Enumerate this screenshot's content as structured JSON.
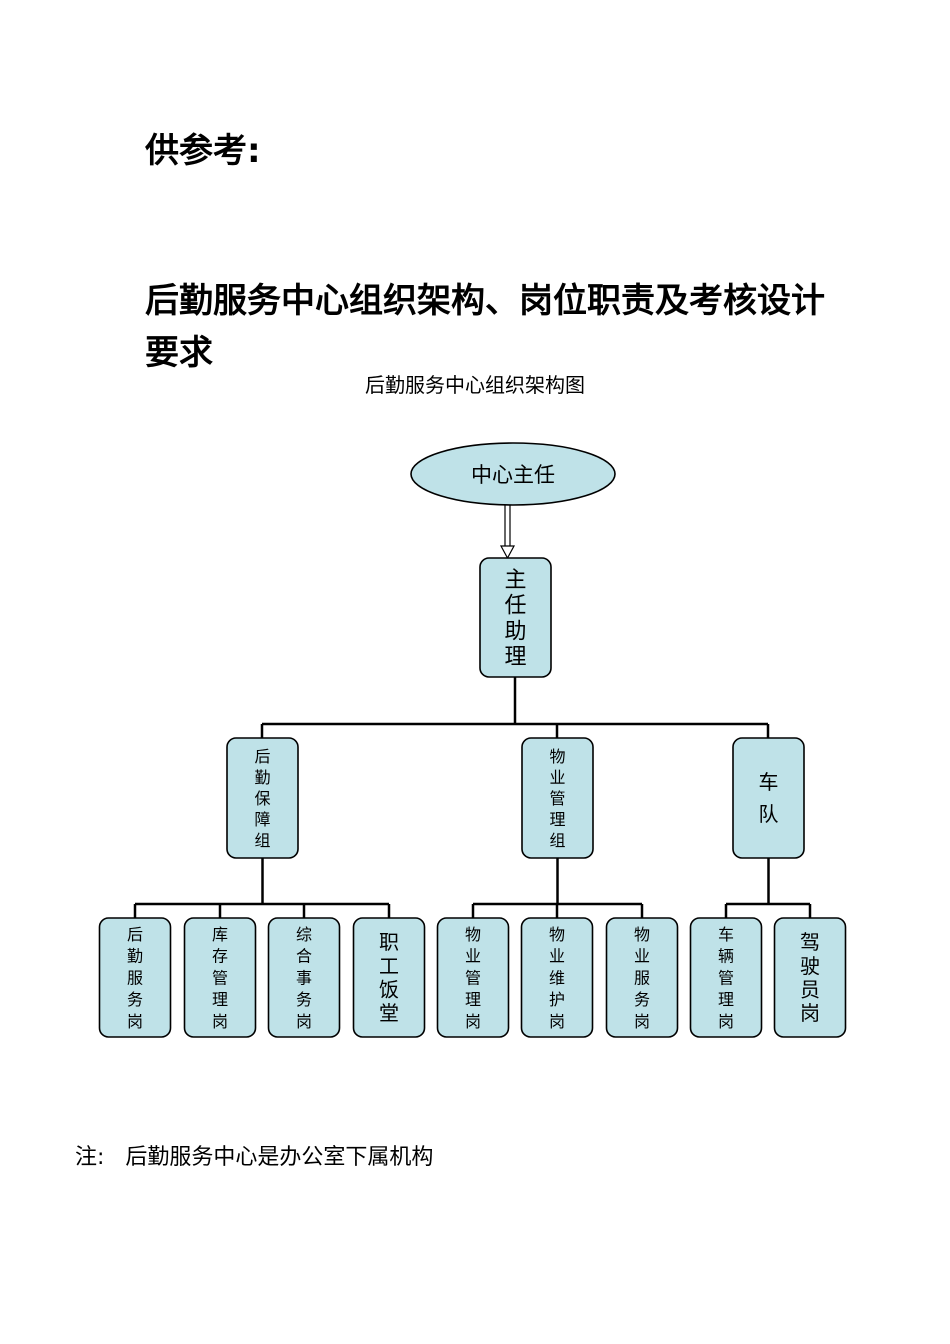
{
  "header": {
    "prefix": "供参考:",
    "title": "后勤服务中心组织架构、岗位职责及考核设计要求"
  },
  "diagram": {
    "title": "后勤服务中心组织架构图",
    "fill_color": "#bfe2e8",
    "stroke_color": "#000000",
    "root": "中心主任",
    "assistant": "主任助理",
    "groups": [
      {
        "name": "后勤保障组",
        "posts": [
          "后勤服务岗",
          "库存管理岗",
          "综合事务岗",
          "职工饭堂"
        ]
      },
      {
        "name": "物业管理组",
        "posts": [
          "物业管理岗",
          "物业维护岗",
          "物业服务岗"
        ]
      },
      {
        "name": "车队",
        "posts": [
          "车辆管理岗",
          "驾驶员岗"
        ]
      }
    ]
  },
  "footer": {
    "note_label": "注:",
    "note_text": "后勤服务中心是办公室下属机构"
  }
}
